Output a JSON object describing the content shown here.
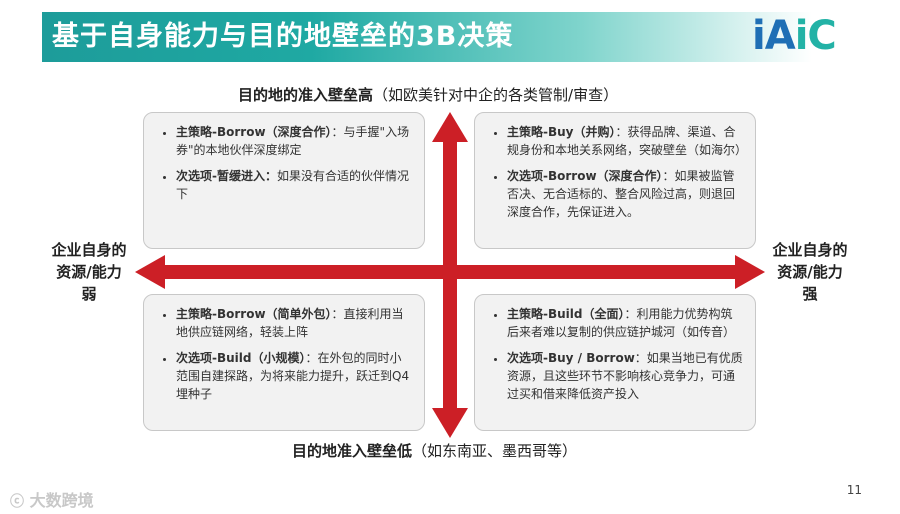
{
  "title": "基于自身能力与目的地壁垒的3B决策",
  "logo": {
    "text": "iAiC",
    "brand_blue": "#1f6fb5",
    "brand_teal": "#23b2a6"
  },
  "colors": {
    "title_bar": "#1fa9a3",
    "arrow": "#cc1f26",
    "box_bg": "#f2f2f2"
  },
  "axes": {
    "top": {
      "bold": "目的地的准入壁垒高",
      "note": "（如欧美针对中企的各类管制/审查）"
    },
    "bottom": {
      "bold": "目的地准入壁垒低",
      "note": "（如东南亚、墨西哥等）"
    },
    "left": {
      "line1": "企业自身的",
      "line2": "资源/能力",
      "line3": "弱"
    },
    "right": {
      "line1": "企业自身的",
      "line2": "资源/能力",
      "line3": "强"
    }
  },
  "quadrants": {
    "top_left": [
      {
        "lead": "主策略-Borrow（深度合作）",
        "text": "：与手握\"入场券\"的本地伙伴深度绑定"
      },
      {
        "lead": "次选项-暂缓进入：",
        "text": "如果没有合适的伙伴情况下"
      }
    ],
    "top_right": [
      {
        "lead": "主策略-Buy（并购）",
        "text": "：获得品牌、渠道、合规身份和本地关系网络，突破壁垒（如海尔）"
      },
      {
        "lead": "次选项-Borrow（深度合作）",
        "text": "：如果被监管否决、无合适标的、整合风险过高，则退回深度合作，先保证进入。"
      }
    ],
    "bottom_left": [
      {
        "lead": "主策略-Borrow（简单外包）",
        "text": "：直接利用当地供应链网络，轻装上阵"
      },
      {
        "lead": "次选项-Build（小规模）",
        "text": "：在外包的同时小范围自建探路，为将来能力提升，跃迁到Q4埋种子"
      }
    ],
    "bottom_right": [
      {
        "lead": "主策略-Build（全面）",
        "text": "：利用能力优势构筑后来者难以复制的供应链护城河（如传音）"
      },
      {
        "lead": "次选项-Buy / Borrow",
        "text": "：如果当地已有优质资源，且这些环节不影响核心竞争力，可通过买和借来降低资产投入"
      }
    ]
  },
  "page_number": "11",
  "watermark": "大数跨境"
}
